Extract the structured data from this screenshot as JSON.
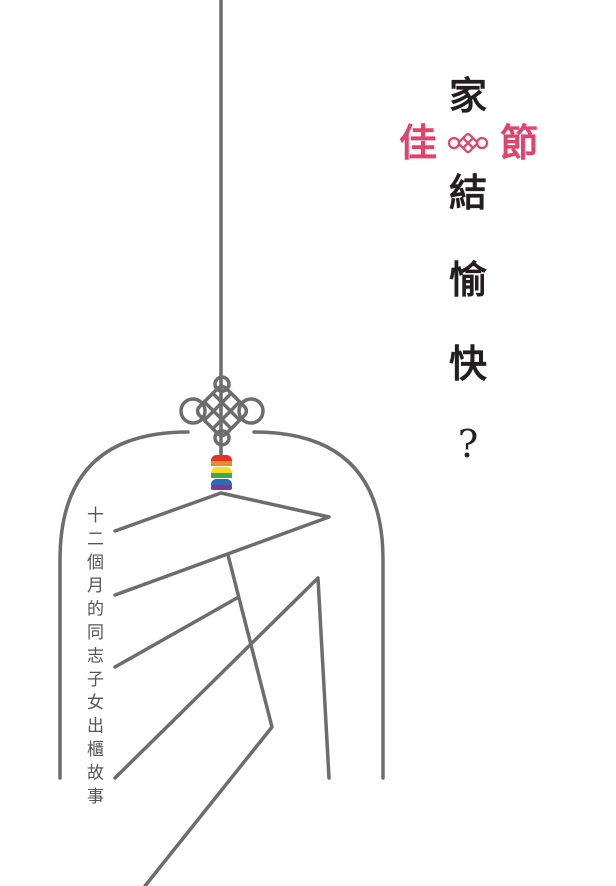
{
  "title": {
    "chars": [
      "家",
      "佳",
      "節",
      "結",
      "愉",
      "快",
      "?"
    ],
    "accent_color": "#e0436b"
  },
  "subtitle": "十二個月的同志子女出櫃故事",
  "colors": {
    "line": "#6d6d6f",
    "rainbow": [
      "#e5312b",
      "#f08a24",
      "#fcd923",
      "#3bab49",
      "#2a6bb5",
      "#7c3a92"
    ]
  }
}
